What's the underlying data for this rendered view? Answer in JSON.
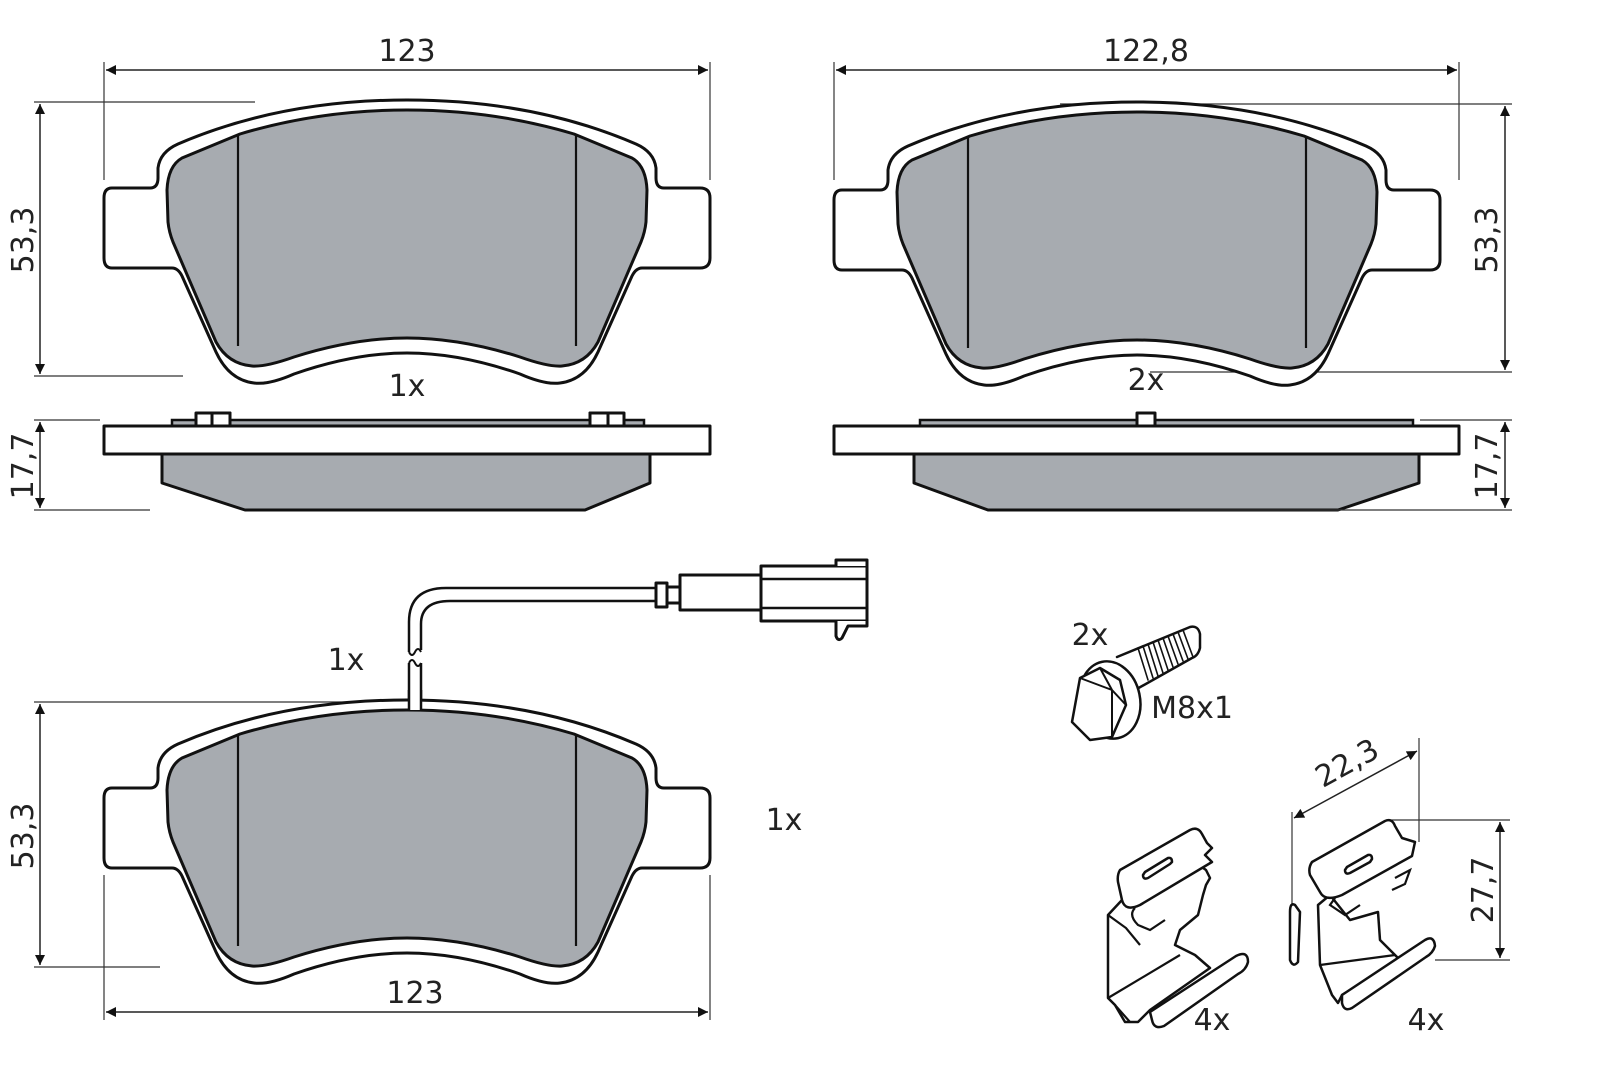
{
  "diagram": {
    "subject": "Brake pad set dimensional drawing",
    "colors": {
      "lining": "#a7abb0",
      "outline": "#111111",
      "background": "#ffffff",
      "text": "#222222"
    },
    "pad_top_left": {
      "width_label": "123",
      "height_label": "53,3",
      "quantity": "1x",
      "thickness_label": "17,7"
    },
    "pad_top_right": {
      "width_label": "122,8",
      "height_label": "53,3",
      "quantity": "2x",
      "thickness_label": "17,7"
    },
    "pad_bottom_left": {
      "wear_sensor_quantity": "1x",
      "pad_quantity": "1x",
      "height_label": "53,3",
      "width_label": "123"
    },
    "bolt": {
      "quantity": "2x",
      "thread_label": "M8x1"
    },
    "clip_left": {
      "quantity": "4x"
    },
    "clip_right": {
      "quantity": "4x",
      "length_label": "22,3",
      "height_label": "27,7"
    }
  }
}
